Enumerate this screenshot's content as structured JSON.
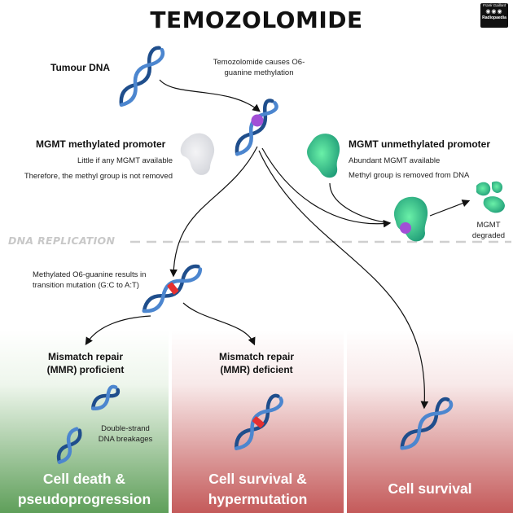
{
  "title": "TEMOZOLOMIDE",
  "credit": {
    "line1": "Frank Gaillard",
    "line2": "Radiopaedia"
  },
  "tumour_dna": "Tumour DNA",
  "methylation_note": [
    "Temozolomide causes O6-",
    "guanine methylation"
  ],
  "mgmt_methylated": {
    "title": "MGMT methylated promoter",
    "line1": "Little if any MGMT available",
    "line2": "Therefore, the methyl group is not removed"
  },
  "mgmt_unmethylated": {
    "title": "MGMT unmethylated promoter",
    "line1": "Abundant MGMT available",
    "line2": "Methyl group is removed from DNA"
  },
  "mgmt_degraded": [
    "MGMT",
    "degraded"
  ],
  "dna_replication": "DNA REPLICATION",
  "transition_note": [
    "Methylated O6-guanine results in",
    "transition mutation (G:C to A:T)"
  ],
  "mmr_proficient": [
    "Mismatch repair",
    "(MMR) proficient"
  ],
  "mmr_deficient": [
    "Mismatch repair",
    "(MMR) deficient"
  ],
  "breakage_note": [
    "Double-strand",
    "DNA breakages"
  ],
  "outcomes": {
    "left": [
      "Cell death &",
      "pseudoprogression"
    ],
    "middle": [
      "Cell survival &",
      "hypermutation"
    ],
    "right": "Cell survival"
  },
  "colors": {
    "dna": "#2f5fa0",
    "methyl": "#a24fd6",
    "mutation": "#e53030",
    "mgmt": "#3ac48a",
    "panel_green": "#5ea05a",
    "panel_red": "#c55a5a"
  }
}
